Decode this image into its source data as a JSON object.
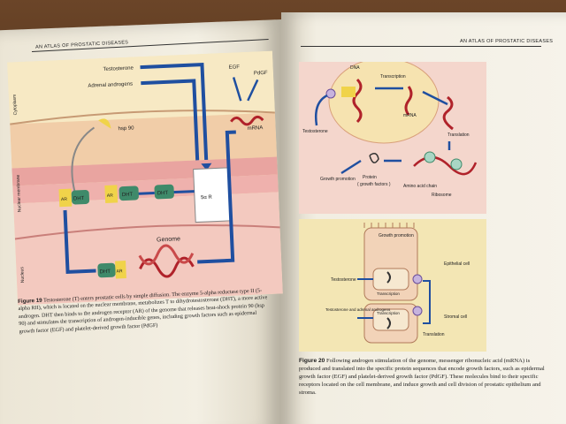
{
  "running_head": "AN ATLAS OF PROSTATIC DISEASES",
  "fig19": {
    "labels": {
      "testosterone": "Testosterone",
      "adrenal": "Adrenal androgens",
      "egf": "EGF",
      "pdgf": "PdGF",
      "mrna": "mRNA",
      "hsp": "hsp 90",
      "dht": "DHT",
      "ar": "AR",
      "reductase": "5α R",
      "genome": "Genome",
      "cytoplasm": "Cytoplasm",
      "nuclear_membrane": "Nuclear membrane",
      "nucleus": "Nucleus"
    },
    "caption_label": "Figure 19",
    "caption_text": "Testosterone (T) enters prostatic cells by simple diffusion. The enzyme 5-alpha reductase type II (5-alpha RII), which is located on the nuclear membrane, metabolizes T to dihydrotestosterone (DHT), a more active androgen. DHT then binds to the androgen receptor (AR) of the genome that releases heat-shock protein 90 (hsp 90) and stimulates the transcription of androgen-inducible genes, including growth factors such as epidermal growth factor (EGF) and platelet-derived growth factor (PdGF)"
  },
  "fig20": {
    "top_labels": {
      "dna": "DNA",
      "transcription": "Transcription",
      "mrna": "mRNA",
      "testosterone": "Testosterone",
      "translation": "Translation",
      "protein": "Protein",
      "growth_factors": "( growth factors )",
      "growth_promotion": "Growth promotion",
      "amino_acid_chain": "Amino acid chain",
      "ribosome": "Ribosome"
    },
    "bottom_labels": {
      "growth_promotion": "Growth promotion",
      "epithelial_cell": "Epithelial cell",
      "testosterone": "Testosterone",
      "transcription": "Transcription",
      "testosterone_adrenal": "Testosterone and adrenal androgens",
      "stromal_cell": "Stromal cell",
      "translation": "Translation"
    },
    "caption_label": "Figure 20",
    "caption_text": "Following androgen stimulation of the genome, messenger ribonucleic acid (mRNA) is produced and translated into the specific protein sequences that encode growth factors, such as epidermal growth factor (EGF) and platelet-derived growth factor (PdGF). These molecules bind to their specific receptors located on the cell membrane, and induce growth and cell division of prostatic epithelium and stroma."
  }
}
